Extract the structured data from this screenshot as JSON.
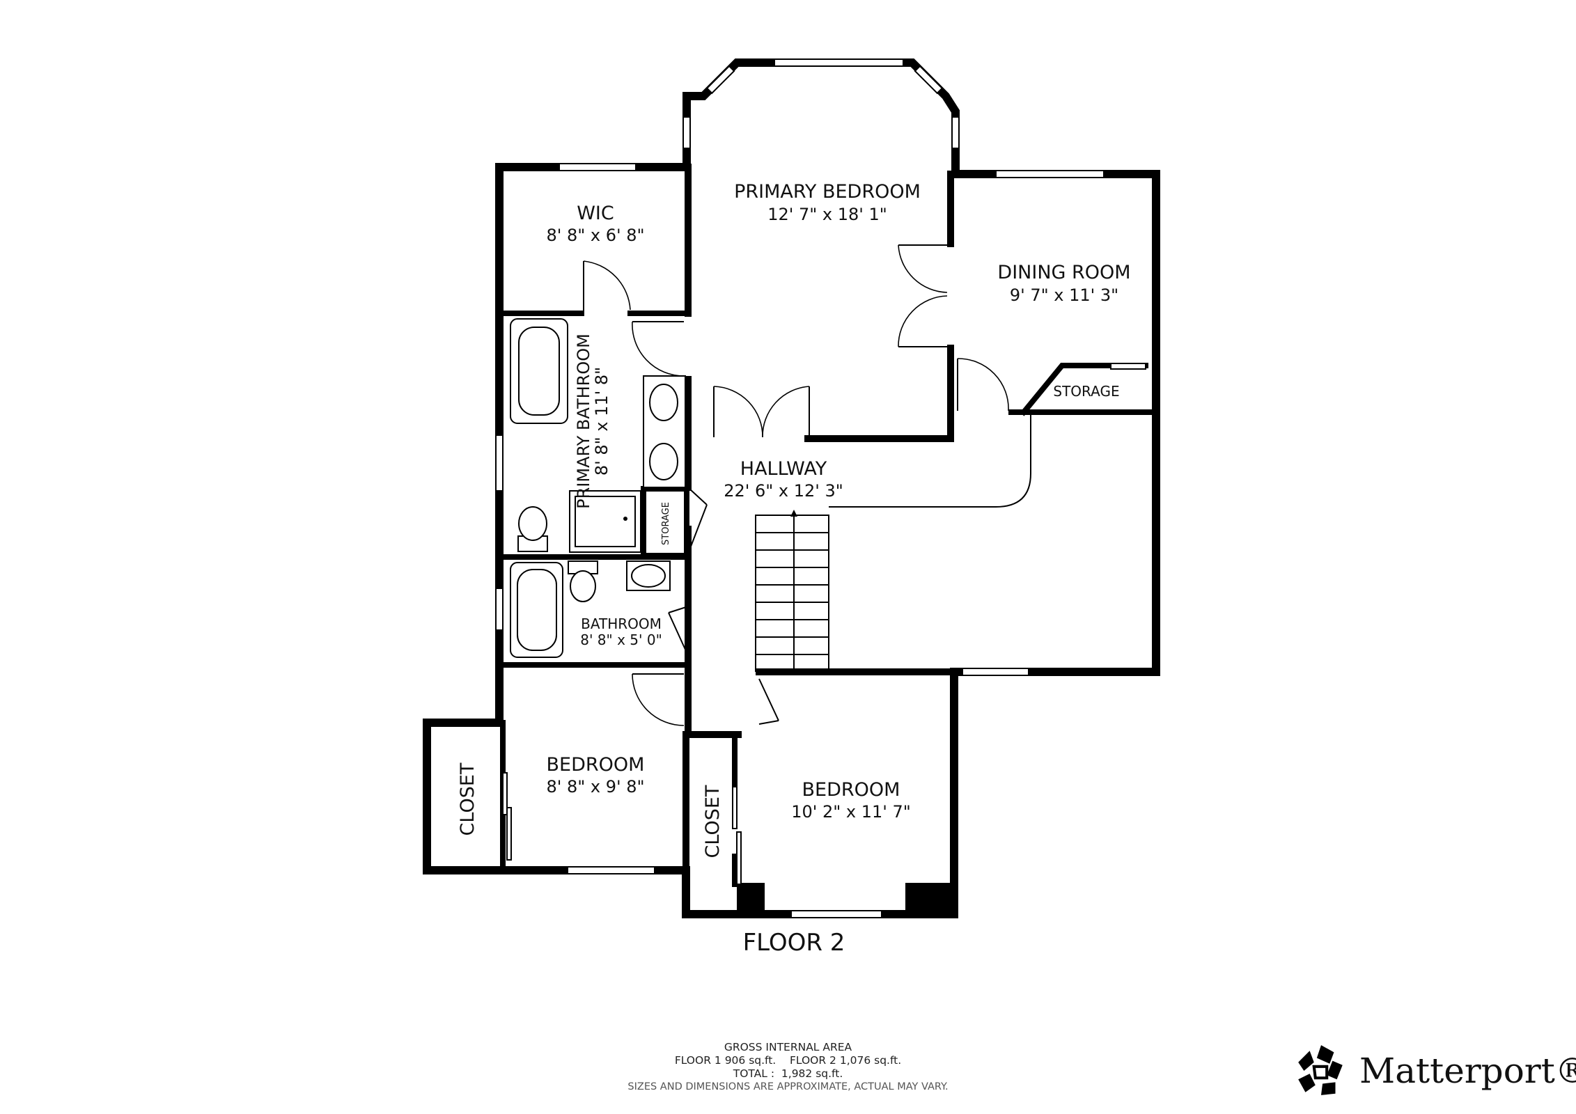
{
  "rooms": {
    "primary_bedroom": {
      "name": "PRIMARY BEDROOM",
      "dims": "12' 7\" x 18' 1\""
    },
    "wic": {
      "name": "WIC",
      "dims": "8' 8\" x 6' 8\""
    },
    "dining_room": {
      "name": "DINING ROOM",
      "dims": "9' 7\" x 11' 3\""
    },
    "storage_upper": {
      "name": "STORAGE"
    },
    "primary_bathroom": {
      "name": "PRIMARY BATHROOM",
      "dims": "8' 8\" x 11' 8\""
    },
    "storage_small": {
      "name": "STORAGE"
    },
    "hallway": {
      "name": "HALLWAY",
      "dims": "22' 6\" x 12' 3\""
    },
    "bathroom": {
      "name": "BATHROOM",
      "dims": "8' 8\" x 5' 0\""
    },
    "bedroom_left": {
      "name": "BEDROOM",
      "dims": "8' 8\" x 9' 8\""
    },
    "bedroom_right": {
      "name": "BEDROOM",
      "dims": "10' 2\" x 11' 7\""
    },
    "closet_left": {
      "name": "CLOSET"
    },
    "closet_right": {
      "name": "CLOSET"
    }
  },
  "floor_title": "FLOOR 2",
  "area_summary": {
    "heading": "GROSS INTERNAL AREA",
    "floors_line": "FLOOR 1 906 sq.ft.    FLOOR 2 1,076 sq.ft.",
    "total_line": "TOTAL :  1,982 sq.ft.",
    "disclaimer": "SIZES AND DIMENSIONS ARE APPROXIMATE, ACTUAL MAY VARY."
  },
  "brand": {
    "name": "Matterport®",
    "logo_icon": "matterport-logo-icon"
  }
}
